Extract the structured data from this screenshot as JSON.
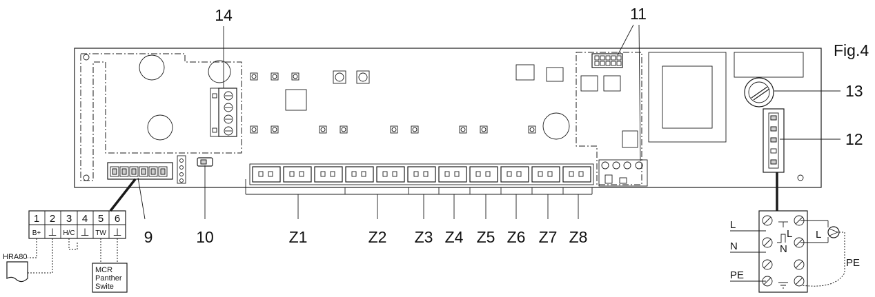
{
  "figure_label": "Fig.4",
  "callouts": {
    "c14": "14",
    "c11": "11",
    "c13": "13",
    "c12": "12",
    "c9": "9",
    "c10": "10"
  },
  "zones": [
    "Z1",
    "Z2",
    "Z3",
    "Z4",
    "Z5",
    "Z6",
    "Z7",
    "Z8"
  ],
  "terminal_block": {
    "numbers": [
      "1",
      "2",
      "3",
      "4",
      "5",
      "6"
    ],
    "labels": [
      "B+",
      "⊥",
      "H/C",
      "⊥",
      "TW",
      "⊥"
    ]
  },
  "devices": {
    "hra": "HRA80",
    "mcr_line1": "MCR",
    "mcr_line2": "Panther",
    "mcr_line3": "Swite"
  },
  "power": {
    "L": "L",
    "N": "N",
    "PE": "PE",
    "inner_L": "L",
    "inner_N": "N",
    "pump_L": "L",
    "pump_PE": "PE"
  }
}
